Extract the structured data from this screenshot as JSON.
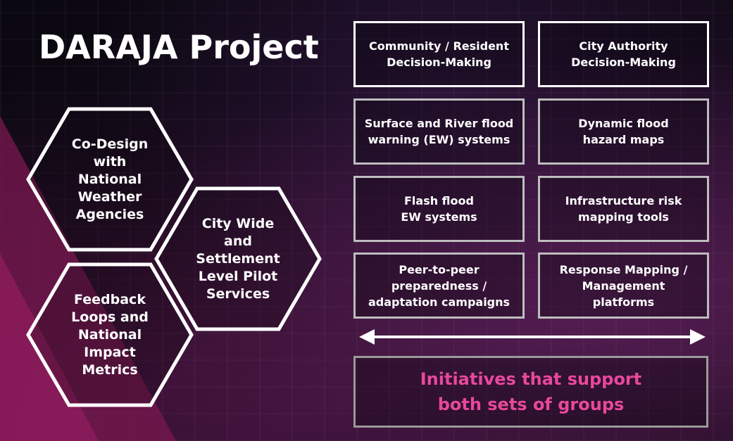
{
  "title": "DARAJA Project",
  "colors": {
    "accent_pink": "#e8489b",
    "border_white": "#ffffff",
    "border_grey": "#bdbdbd",
    "magenta_shape": "#8a1a5a"
  },
  "hexagons": [
    {
      "label": "Co-Design\nwith\nNational\nWeather\nAgencies"
    },
    {
      "label": "City Wide\nand\nSettlement\nLevel Pilot\nServices"
    },
    {
      "label": "Feedback\nLoops and\nNational\nImpact\nMetrics"
    }
  ],
  "columns": {
    "community": {
      "header": "Community / Resident\nDecision-Making",
      "items": [
        "Surface and River flood\nwarning (EW) systems",
        "Flash flood\nEW systems",
        "Peer-to-peer\npreparedness /\nadaptation campaigns"
      ]
    },
    "authority": {
      "header": "City Authority\nDecision-Making",
      "items": [
        "Dynamic flood\nhazard maps",
        "Infrastructure risk\nmapping tools",
        "Response Mapping /\nManagement\nplatforms"
      ]
    }
  },
  "initiatives": "Initiatives that support\nboth sets of groups",
  "icons": {
    "arrow": "double-headed-arrow-icon"
  }
}
